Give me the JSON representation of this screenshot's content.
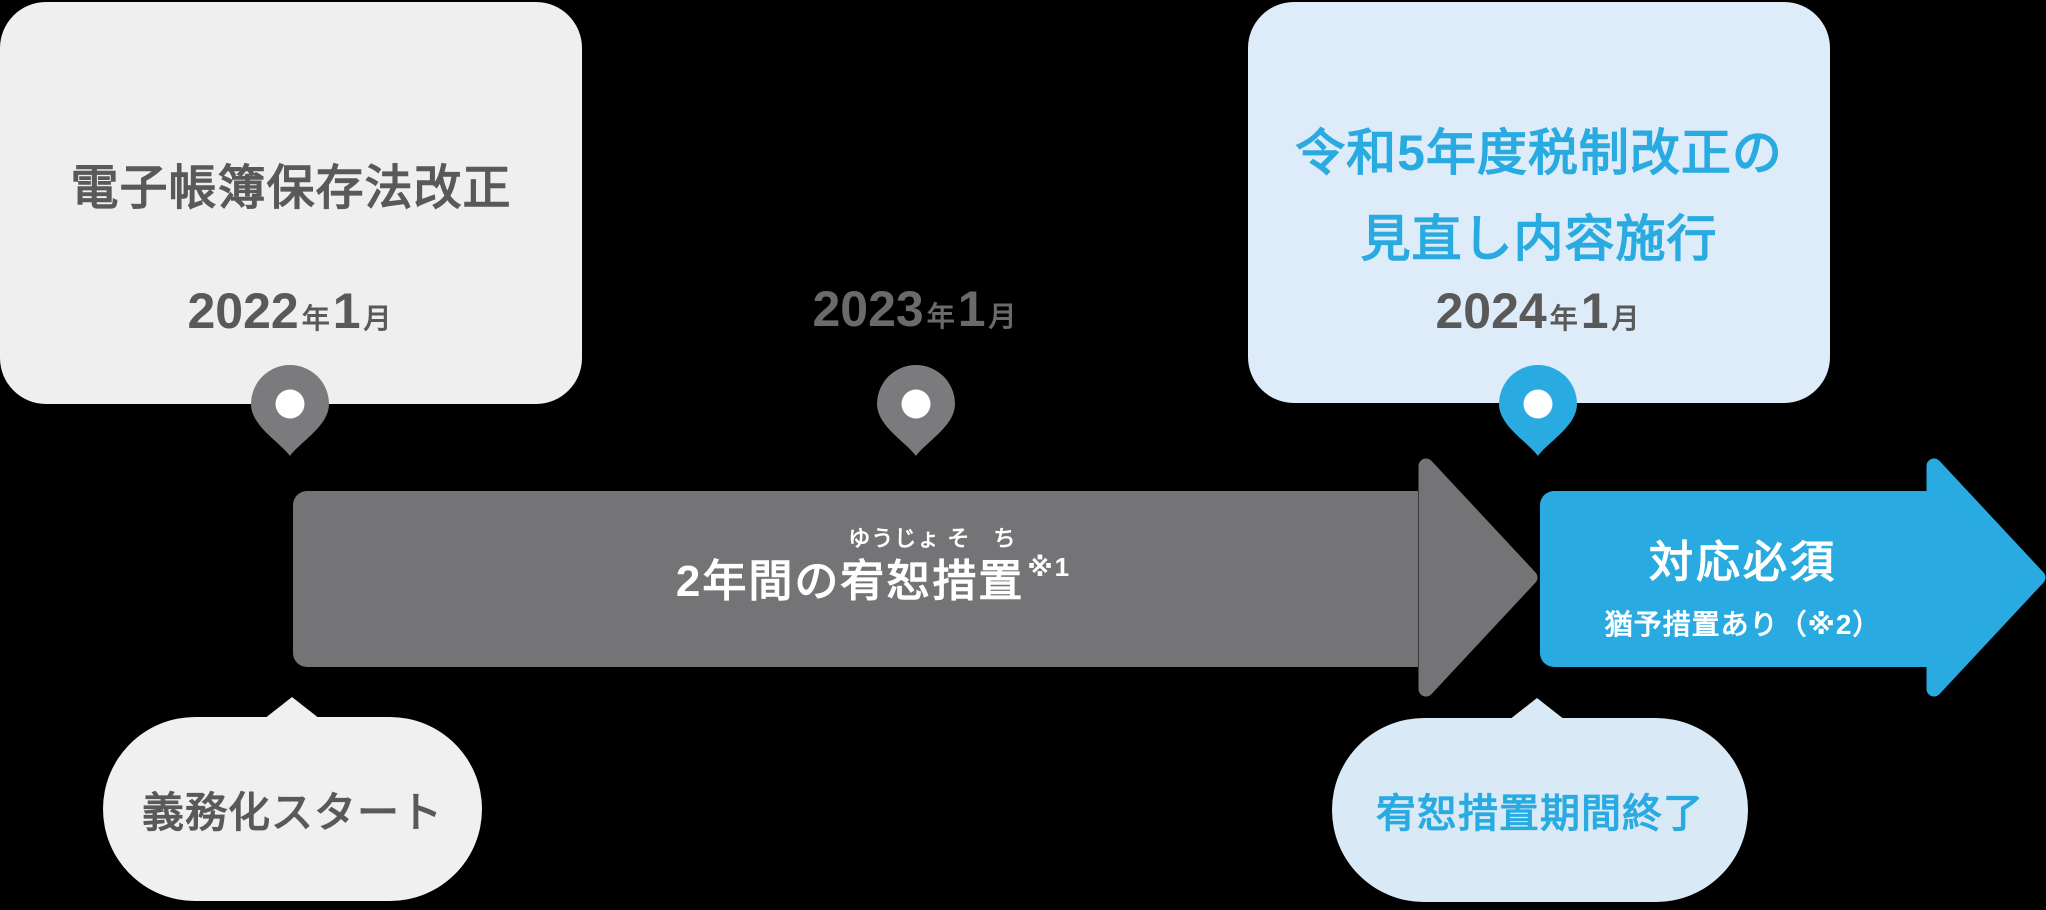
{
  "colors": {
    "background": "#000000",
    "card_gray_bg": "#efefef",
    "card_blue_bg": "#ddecf8",
    "arrow_gray": "#747477",
    "pin_gray": "#7b7b7e",
    "brand_blue": "#29abe2",
    "text_dark_gray": "#595959",
    "text_gray_on_black": "#6a6a6d",
    "text_white": "#ffffff",
    "bubble_left_bg": "#f0f0f1",
    "bubble_right_bg": "#d9eaf6"
  },
  "left_card": {
    "title": "電子帳簿保存法改正",
    "date": {
      "year": "2022",
      "year_suffix": "年",
      "month": "1",
      "month_suffix": "月"
    }
  },
  "middle_milestone": {
    "date": {
      "year": "2023",
      "year_suffix": "年",
      "month": "1",
      "month_suffix": "月"
    }
  },
  "right_card": {
    "title_line1": "令和5年度税制改正の",
    "title_line2": "見直し内容施行",
    "date": {
      "year": "2024",
      "year_suffix": "年",
      "month": "1",
      "month_suffix": "月"
    }
  },
  "grace_arrow": {
    "furigana": "ゆうじょ そ　ち",
    "label_prefix": "2年間の",
    "label_ruby_base": "宥恕措置",
    "note": "※1"
  },
  "mandatory_arrow": {
    "label": "対応必須",
    "sub_label": "猶予措置あり（※2）"
  },
  "bubble_left": {
    "label": "義務化スタート"
  },
  "bubble_right": {
    "label": "宥恕措置期間終了"
  }
}
